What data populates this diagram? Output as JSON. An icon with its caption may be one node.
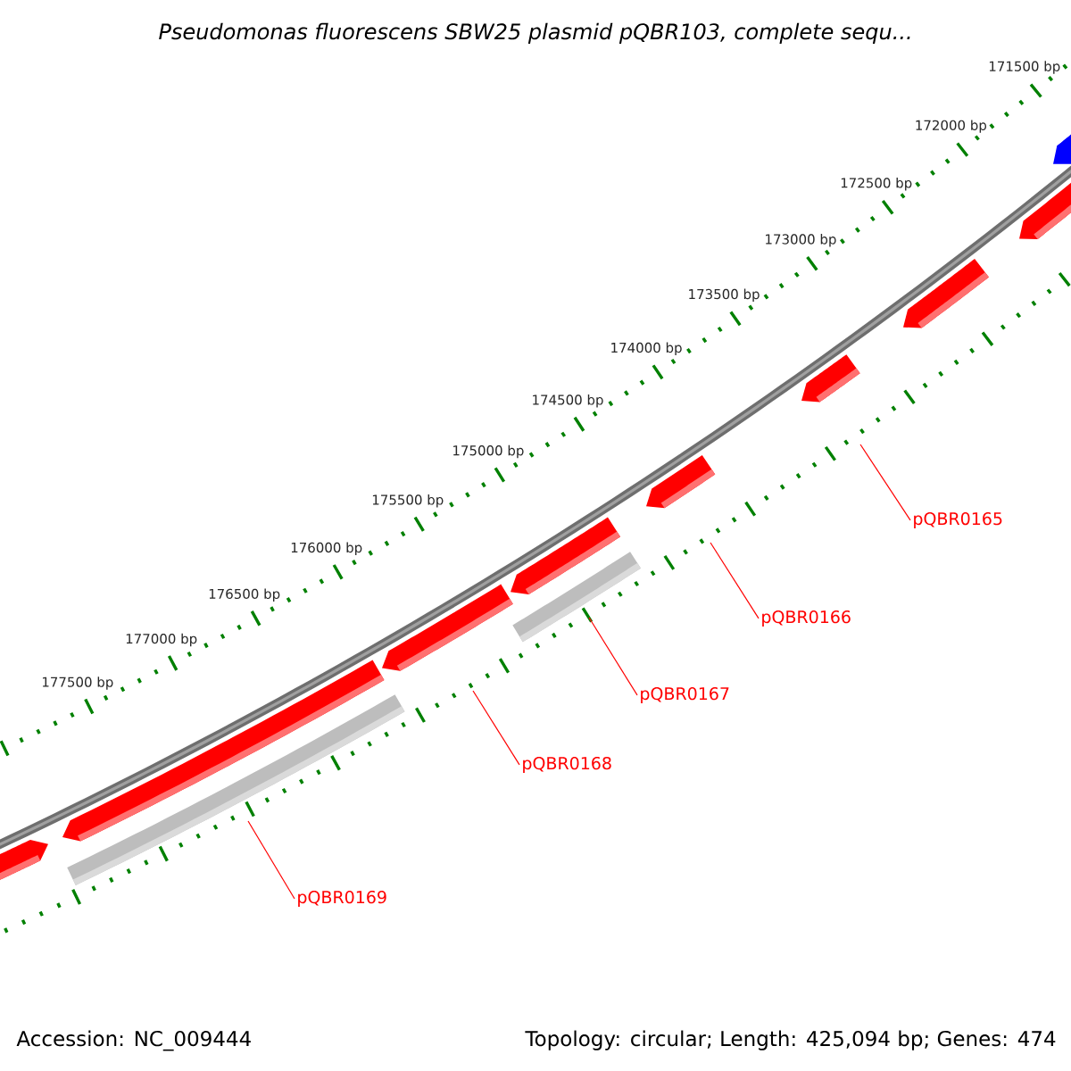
{
  "diagram": {
    "title": "Pseudomonas fluorescens SBW25 plasmid pQBR103, complete sequ...",
    "nodes": [
      {
        "text": [
          "pQBR0165"
        ]
      },
      {
        "text": [
          "pQBR0166"
        ]
      },
      {
        "text": [
          "pQBR0167"
        ]
      },
      {
        "text": [
          "pQBR0168"
        ]
      },
      {
        "text": [
          "pQBR0169"
        ]
      }
    ],
    "edges": [
      {
        "from": 0,
        "to": null,
        "arrow": "none"
      },
      {
        "from": 1,
        "to": null,
        "arrow": "none"
      },
      {
        "from": 2,
        "to": null,
        "arrow": "none"
      },
      {
        "from": 3,
        "to": null,
        "arrow": "none"
      },
      {
        "from": 4,
        "to": null,
        "arrow": "none"
      }
    ],
    "labels": [
      "171500 bp",
      "172000 bp",
      "172500 bp",
      "173000 bp",
      "173500 bp",
      "174000 bp",
      "174500 bp",
      "175000 bp",
      "175500 bp",
      "176000 bp",
      "176500 bp",
      "177000 bp",
      "177500 bp",
      "Accession: NC_009444",
      "Topology: circular; Length: 425,094 bp; Genes: 474"
    ]
  }
}
